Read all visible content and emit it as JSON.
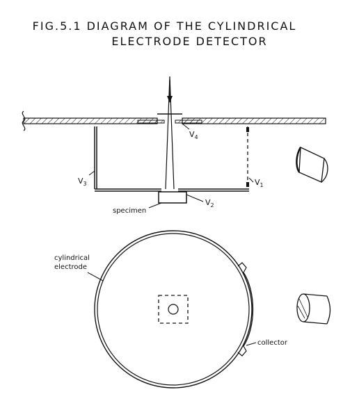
{
  "figure": {
    "title_line_1": "FIG.5.1  DIAGRAM OF THE CYLINDRICAL",
    "title_line_2": "ELECTRODE DETECTOR"
  },
  "side_view": {
    "labels": {
      "v4": "V",
      "v4_sub": "4",
      "v3": "V",
      "v3_sub": "3",
      "v1": "V",
      "v1_sub": "1",
      "v2": "V",
      "v2_sub": "2",
      "specimen": "specimen"
    }
  },
  "top_view": {
    "labels": {
      "electrode_line_1": "cylindrical",
      "electrode_line_2": "electrode",
      "collector": "collector"
    }
  },
  "colors": {
    "ink": "#111111",
    "paper": "#ffffff"
  }
}
